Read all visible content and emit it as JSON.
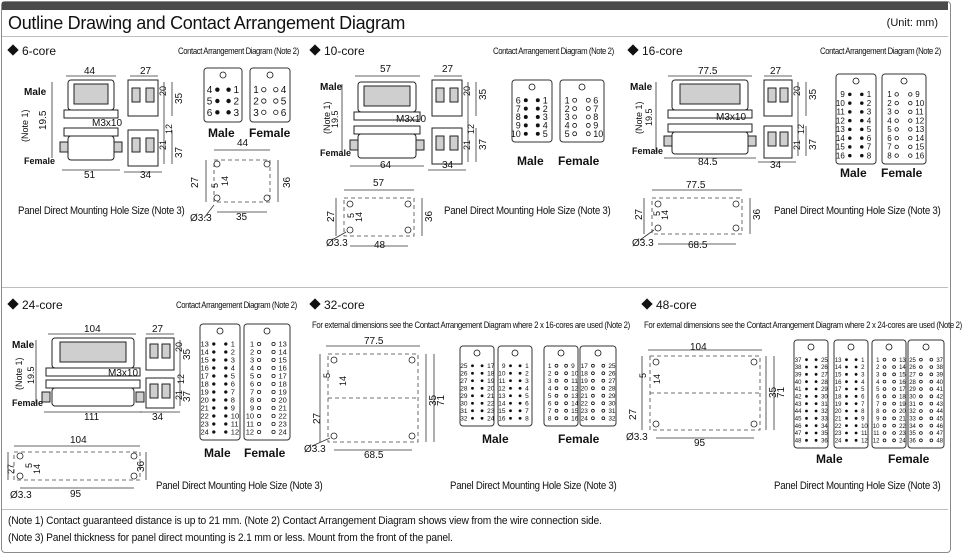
{
  "header": {
    "title": "Outline Drawing and Contact Arrangement Diagram",
    "unit": "(Unit: mm)"
  },
  "labels": {
    "male": "Male",
    "female": "Female",
    "note1": "(Note 1)",
    "m3": "M3x10",
    "cad": "Contact Arrangement Diagram (Note 2)",
    "panel": "Panel Direct Mounting Hole Size (Note 3)",
    "hole": "Ø3.3"
  },
  "sections": {
    "s6": {
      "title": "6-core"
    },
    "s10": {
      "title": "10-core"
    },
    "s16": {
      "title": "16-core"
    },
    "s24": {
      "title": "24-core"
    },
    "s32": {
      "title": "32-core",
      "note": "For external dimensions see the Contact Arrangement Diagram where 2 x 16-cores are used (Note 2)"
    },
    "s48": {
      "title": "48-core",
      "note": "For external dimensions see the Contact Arrangement Diagram where 2 x 24-cores are used (Note 2)"
    }
  },
  "dims": {
    "d6": {
      "w": "44",
      "bw": "51",
      "sw": "27",
      "sb": "34",
      "h1": "20",
      "h2": "35",
      "h3": "12",
      "h4": "21",
      "h5": "37",
      "hh": "19.5",
      "pw": "44",
      "ph": "36",
      "pa": "27",
      "pb": "14",
      "pc": "5",
      "pp": "35"
    },
    "d10": {
      "w": "57",
      "bw": "64",
      "sw": "27",
      "sb": "34",
      "h1": "20",
      "h2": "35",
      "h3": "12",
      "h4": "21",
      "h5": "37",
      "hh": "19.5",
      "pw": "57",
      "ph": "36",
      "pa": "27",
      "pb": "14",
      "pc": "5",
      "pp": "48"
    },
    "d16": {
      "w": "77.5",
      "bw": "84.5",
      "sw": "27",
      "sb": "34",
      "h1": "20",
      "h2": "35",
      "h3": "12",
      "h4": "21",
      "h5": "37",
      "hh": "19.5",
      "pw": "77.5",
      "ph": "36",
      "pa": "27",
      "pb": "14",
      "pc": "5",
      "pp": "68.5"
    },
    "d24": {
      "w": "104",
      "bw": "111",
      "sw": "27",
      "sb": "34",
      "h1": "20",
      "h2": "35",
      "h3": "12",
      "h4": "21",
      "h5": "37",
      "hh": "19.5",
      "pw": "104",
      "ph": "36",
      "pa": "27",
      "pb": "14",
      "pc": "5",
      "pp": "95"
    },
    "d32": {
      "pw": "77.5",
      "ph": "35",
      "ph2": "71",
      "pa": "27",
      "pb": "14",
      "pc": "5",
      "pp": "68.5"
    },
    "d48": {
      "pw": "104",
      "ph": "35",
      "ph2": "71",
      "pa": "27",
      "pb": "14",
      "pc": "5",
      "pp": "95"
    }
  },
  "contacts": {
    "c6": {
      "male": [
        [
          "4",
          "1"
        ],
        [
          "5",
          "2"
        ],
        [
          "6",
          "3"
        ]
      ],
      "female": [
        [
          "1",
          "4"
        ],
        [
          "2",
          "5"
        ],
        [
          "3",
          "6"
        ]
      ]
    },
    "c10": {
      "male": [
        [
          "6",
          "1"
        ],
        [
          "7",
          "2"
        ],
        [
          "8",
          "3"
        ],
        [
          "9",
          "4"
        ],
        [
          "10",
          "5"
        ]
      ],
      "female": [
        [
          "1",
          "6"
        ],
        [
          "2",
          "7"
        ],
        [
          "3",
          "8"
        ],
        [
          "4",
          "9"
        ],
        [
          "5",
          "10"
        ]
      ]
    },
    "c16": {
      "male": [
        [
          "9",
          "1"
        ],
        [
          "10",
          "2"
        ],
        [
          "11",
          "3"
        ],
        [
          "12",
          "4"
        ],
        [
          "13",
          "5"
        ],
        [
          "14",
          "6"
        ],
        [
          "15",
          "7"
        ],
        [
          "16",
          "8"
        ]
      ],
      "female": [
        [
          "1",
          "9"
        ],
        [
          "2",
          "10"
        ],
        [
          "3",
          "11"
        ],
        [
          "4",
          "12"
        ],
        [
          "5",
          "13"
        ],
        [
          "6",
          "14"
        ],
        [
          "7",
          "15"
        ],
        [
          "8",
          "16"
        ]
      ]
    },
    "c24": {
      "male": [
        [
          "13",
          "1"
        ],
        [
          "14",
          "2"
        ],
        [
          "15",
          "3"
        ],
        [
          "16",
          "4"
        ],
        [
          "17",
          "5"
        ],
        [
          "18",
          "6"
        ],
        [
          "19",
          "7"
        ],
        [
          "20",
          "8"
        ],
        [
          "21",
          "9"
        ],
        [
          "22",
          "10"
        ],
        [
          "23",
          "11"
        ],
        [
          "24",
          "12"
        ]
      ],
      "female": [
        [
          "1",
          "13"
        ],
        [
          "2",
          "14"
        ],
        [
          "3",
          "15"
        ],
        [
          "4",
          "16"
        ],
        [
          "5",
          "17"
        ],
        [
          "6",
          "18"
        ],
        [
          "7",
          "19"
        ],
        [
          "8",
          "20"
        ],
        [
          "9",
          "21"
        ],
        [
          "10",
          "22"
        ],
        [
          "11",
          "23"
        ],
        [
          "12",
          "24"
        ]
      ]
    },
    "c32": {
      "male_a": [
        [
          "25",
          "17"
        ],
        [
          "26",
          "18"
        ],
        [
          "27",
          "19"
        ],
        [
          "28",
          "20"
        ],
        [
          "29",
          "21"
        ],
        [
          "30",
          "22"
        ],
        [
          "31",
          "23"
        ],
        [
          "32",
          "24"
        ]
      ],
      "male_b": [
        [
          "9",
          "1"
        ],
        [
          "10",
          "2"
        ],
        [
          "11",
          "3"
        ],
        [
          "12",
          "4"
        ],
        [
          "13",
          "5"
        ],
        [
          "14",
          "6"
        ],
        [
          "15",
          "7"
        ],
        [
          "16",
          "8"
        ]
      ],
      "female_a": [
        [
          "1",
          "9"
        ],
        [
          "2",
          "10"
        ],
        [
          "3",
          "11"
        ],
        [
          "4",
          "12"
        ],
        [
          "5",
          "13"
        ],
        [
          "6",
          "14"
        ],
        [
          "7",
          "15"
        ],
        [
          "8",
          "16"
        ]
      ],
      "female_b": [
        [
          "17",
          "25"
        ],
        [
          "18",
          "26"
        ],
        [
          "19",
          "27"
        ],
        [
          "20",
          "28"
        ],
        [
          "21",
          "29"
        ],
        [
          "22",
          "30"
        ],
        [
          "23",
          "31"
        ],
        [
          "24",
          "32"
        ]
      ]
    },
    "c48": {
      "male_a": [
        [
          "37",
          "25"
        ],
        [
          "38",
          "26"
        ],
        [
          "39",
          "27"
        ],
        [
          "40",
          "28"
        ],
        [
          "41",
          "29"
        ],
        [
          "42",
          "30"
        ],
        [
          "43",
          "31"
        ],
        [
          "44",
          "32"
        ],
        [
          "45",
          "33"
        ],
        [
          "46",
          "34"
        ],
        [
          "47",
          "35"
        ],
        [
          "48",
          "36"
        ]
      ],
      "male_b": [
        [
          "13",
          "1"
        ],
        [
          "14",
          "2"
        ],
        [
          "15",
          "3"
        ],
        [
          "16",
          "4"
        ],
        [
          "17",
          "5"
        ],
        [
          "18",
          "6"
        ],
        [
          "19",
          "7"
        ],
        [
          "20",
          "8"
        ],
        [
          "21",
          "9"
        ],
        [
          "22",
          "10"
        ],
        [
          "23",
          "11"
        ],
        [
          "24",
          "12"
        ]
      ],
      "female_a": [
        [
          "1",
          "13"
        ],
        [
          "2",
          "14"
        ],
        [
          "3",
          "15"
        ],
        [
          "4",
          "16"
        ],
        [
          "5",
          "17"
        ],
        [
          "6",
          "18"
        ],
        [
          "7",
          "19"
        ],
        [
          "8",
          "20"
        ],
        [
          "9",
          "21"
        ],
        [
          "10",
          "22"
        ],
        [
          "11",
          "23"
        ],
        [
          "12",
          "24"
        ]
      ],
      "female_b": [
        [
          "25",
          "37"
        ],
        [
          "26",
          "38"
        ],
        [
          "27",
          "39"
        ],
        [
          "28",
          "40"
        ],
        [
          "29",
          "41"
        ],
        [
          "30",
          "42"
        ],
        [
          "31",
          "43"
        ],
        [
          "32",
          "44"
        ],
        [
          "33",
          "45"
        ],
        [
          "34",
          "46"
        ],
        [
          "35",
          "47"
        ],
        [
          "36",
          "48"
        ]
      ]
    }
  },
  "footer": {
    "line1": "(Note 1) Contact guaranteed distance is up to 21 mm. (Note 2) Contact Arrangement Diagram shows view from the wire connection side.",
    "line2": "(Note 3) Panel thickness for panel direct mounting is 2.1 mm or less. Mount from the front of the panel."
  }
}
